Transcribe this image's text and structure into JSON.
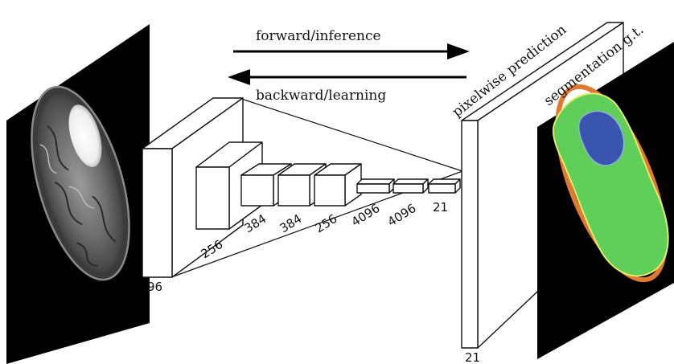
{
  "arrows": {
    "forward_label": "forward/inference",
    "backward_label": "backward/learning"
  },
  "layers": {
    "conv1": "96",
    "conv2": "256",
    "conv3": "384",
    "conv4": "384",
    "conv5": "256",
    "fc6": "4096",
    "fc7": "4096",
    "fc8": "21",
    "output": "21"
  },
  "output_plane": {
    "label": "pixelwise prediction"
  },
  "ground_truth_plane": {
    "label": "segmentation g.t."
  },
  "colors": {
    "gt_background": "#000000",
    "gt_outer_ring": "#e07a33",
    "gt_brain": "#5fcf5a",
    "gt_tumor": "#3a55b0",
    "gt_inner_ring": "#e4ec6a"
  }
}
